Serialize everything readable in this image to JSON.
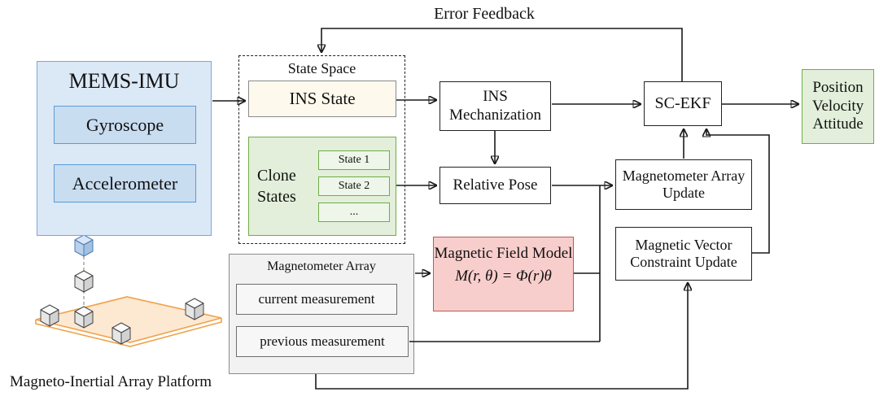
{
  "diagram": {
    "feedback_label": "Error Feedback",
    "mems_imu": {
      "title": "MEMS-IMU",
      "items": [
        "Gyroscope",
        "Accelerometer"
      ]
    },
    "state_space": {
      "label": "State Space",
      "ins_state": "INS State",
      "clone_label": "Clone States",
      "clone_states": [
        "State 1",
        "State 2",
        "..."
      ]
    },
    "blocks": {
      "ins_mechanization": "INS Mechanization",
      "relative_pose": "Relative Pose",
      "sc_ekf": "SC-EKF",
      "output": "Position Velocity Attitude",
      "magnetometer_array_update": "Magnetometer Array Update",
      "magnetic_vector_update": "Magnetic Vector Constraint Update"
    },
    "magnetic_field_model": {
      "title": "Magnetic Field Model",
      "formula": "M(r, θ) = Φ(r)θ"
    },
    "magnetometer_array": {
      "label": "Magnetometer Array",
      "current": "current measurement",
      "previous": "previous measurement"
    },
    "platform_caption": "Magneto-Inertial Array Platform",
    "colors": {
      "imu_fill": "#dbe8f6",
      "imu_inner_fill": "#c9ddf1",
      "imu_border": "#5b9bd5",
      "ins_state_fill": "#fdf9ec",
      "green_fill": "#e3efda",
      "green_border": "#6fad47",
      "model_fill": "#f8cecc",
      "model_border": "#bb5a54",
      "gray_fill": "#f2f2f2",
      "platform_fill": "#fde8d2",
      "platform_border": "#f0a24a",
      "line": "#1a1a1a"
    }
  }
}
